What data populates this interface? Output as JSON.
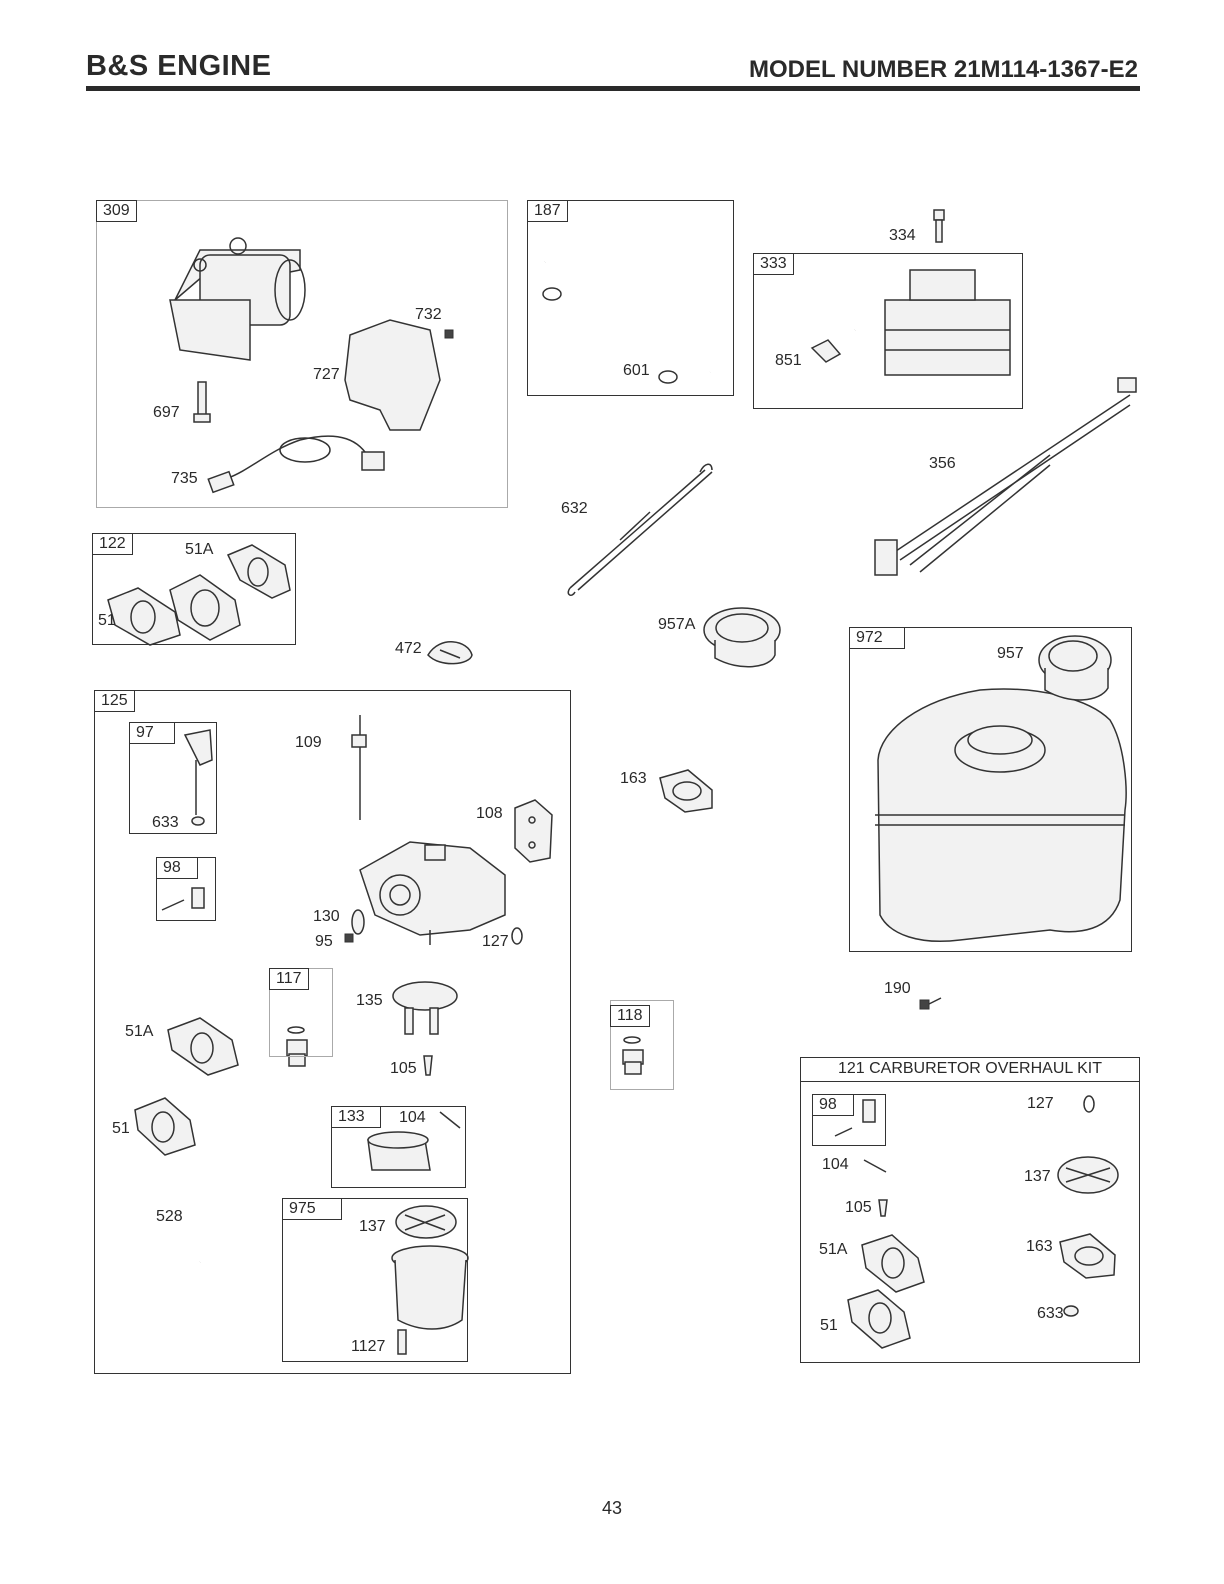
{
  "header": {
    "title": "B&S ENGINE",
    "model": "MODEL NUMBER 21M114-1367-E2"
  },
  "groups": {
    "g309": "309",
    "g187": "187",
    "g333": "333",
    "g122": "122",
    "g125": "125",
    "g97": "97",
    "g98": "98",
    "g117": "117",
    "g133": "133",
    "g975": "975",
    "g118": "118",
    "g972": "972",
    "g98b": "98"
  },
  "parts": {
    "p732": "732",
    "p727": "727",
    "p697": "697",
    "p735": "735",
    "p601": "601",
    "p334": "334",
    "p851": "851",
    "p356": "356",
    "p632": "632",
    "p51A": "51A",
    "p51": "51",
    "p472": "472",
    "p957A": "957A",
    "p957": "957",
    "p109": "109",
    "p633": "633",
    "p108": "108",
    "p163": "163",
    "p130": "130",
    "p95": "95",
    "p127": "127",
    "p135": "135",
    "p51A2": "51A",
    "p105": "105",
    "p51b": "51",
    "p104": "104",
    "p528": "528",
    "p137": "137",
    "p1127": "1127",
    "p190": "190"
  },
  "kit": {
    "title": "121 CARBURETOR OVERHAUL KIT",
    "p127": "127",
    "p104": "104",
    "p137": "137",
    "p105": "105",
    "p51A": "51A",
    "p163": "163",
    "p51": "51",
    "p633": "633"
  },
  "footer": {
    "page": "43"
  }
}
